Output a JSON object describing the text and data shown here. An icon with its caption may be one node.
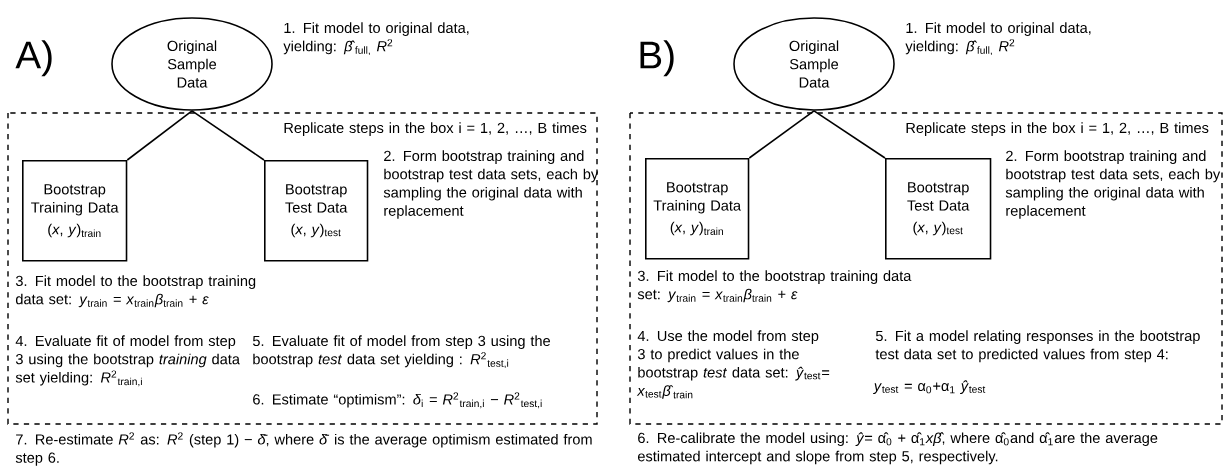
{
  "diagram": {
    "nodes": [
      {
        "text": [
          "Original Sample Data"
        ],
        "beside": [
          "1. Fit model to original data, yielding: *β̂*$_{full,}$ *R*$^{2}$"
        ]
      },
      {
        "text": [
          "Replicate steps in the box i = 1, 2, …, B times",
          "2. Form bootstrap training and bootstrap test data sets, each by sampling the original data with replacement",
          "3. Fit model to the bootstrap training data set: *y*$_{train}$ = *x*$_{train}$*β*$_{train}$ + *ε*",
          "4. Evaluate fit of model from step 3 using the bootstrap *training* data set yielding: *R*$^{2}$$_{train,i}$",
          "5. Evaluate fit of model from step 3 using the bootstrap *test* data set yielding : *R*$^{2}$$_{test,i}$",
          "6. Estimate “optimism”: *δ*$_{i}$ = *R*$^{2}$$_{train,i}$ − *R*$^{2}$$_{test,i}$"
        ]
      },
      {
        "text": [
          "Bootstrap Training Data",
          "(*x*, *y*)$_{train}$"
        ],
        "in": 1
      },
      {
        "text": [
          "Bootstrap Test Data",
          "(*x*, *y*)$_{test}$"
        ],
        "in": 1
      },
      {
        "text": [
          "Original Sample Data"
        ],
        "beside": [
          "1. Fit model to original data, yielding: *β̂*$_{full,}$ *R*$^{2}$"
        ]
      },
      {
        "text": [
          "Replicate steps in the box i = 1, 2, …, B times",
          "2. Form bootstrap training and bootstrap test data sets, each by sampling the original data with replacement",
          "3. Fit model to the bootstrap training data set: *y*$_{train}$ = *x*$_{train}$*β*$_{train}$ + *ε*",
          "4. Use the model from step 3 to predict values in the bootstrap *test* data set: *ŷ*$_{test}$= *x*$_{test}$*β̂*$_{train}$",
          "5. Fit a model relating responses in the bootstrap test data set to predicted values from step 4:",
          "*y*$_{test}$ = α$_{0}$+α$_{1}$ *ŷ*$_{test}$"
        ]
      },
      {
        "text": [
          "Bootstrap Training Data",
          "(*x*, *y*)$_{train}$"
        ],
        "in": 5
      },
      {
        "text": [
          "Bootstrap Test Data",
          "(*x*, *y*)$_{test}$"
        ],
        "in": 5
      }
    ],
    "edges": [
      {
        "from": 0,
        "to": 2,
        "arrow": "none"
      },
      {
        "from": 0,
        "to": 3,
        "arrow": "none"
      },
      {
        "from": 4,
        "to": 6,
        "arrow": "none"
      },
      {
        "from": 4,
        "to": 7,
        "arrow": "none"
      }
    ],
    "labels": [
      "A)",
      "7. Re-estimate *R*$^{2}$ as: *R*$^{2}$ (step 1) − *δ̄*, where *δ̄* is the average optimism estimated from step 6.",
      "B)",
      "6. Re-calibrate the model using: *ŷ*= α̂$_{0}$ + α̂$_{1}$*xβ̂*, where α̂$_{0}$and α̂$_{1}$are the average estimated intercept and slope from step 5, respectively."
    ]
  }
}
